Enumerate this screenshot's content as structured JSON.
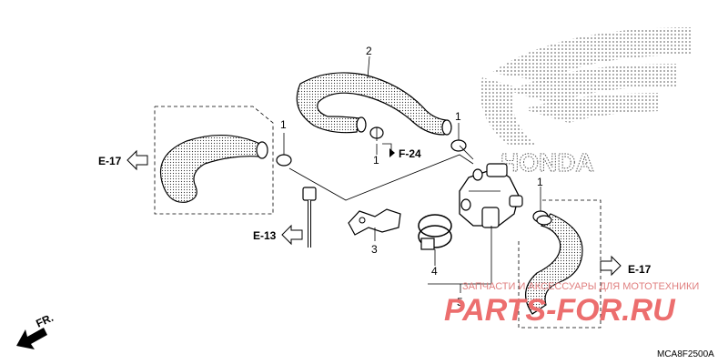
{
  "diagram": {
    "part_labels": {
      "p1_a": "1",
      "p1_b": "1",
      "p1_c": "1",
      "p1_d": "1",
      "p2": "2",
      "p3": "3",
      "p4": "4",
      "p5": "5"
    },
    "references": {
      "e17_left": "E-17",
      "e17_right": "E-17",
      "e13": "E-13",
      "f24": "F-24"
    },
    "front_marker": "FR.",
    "diagram_code": "MCA8F2500A",
    "brand": "HONDA",
    "watermark": {
      "caption": "ЗАПЧАСТИ И АКСЕССУАРЫ ДЛЯ МОТОТЕХНИКИ",
      "site": "PARTS-FOR.RU"
    }
  }
}
